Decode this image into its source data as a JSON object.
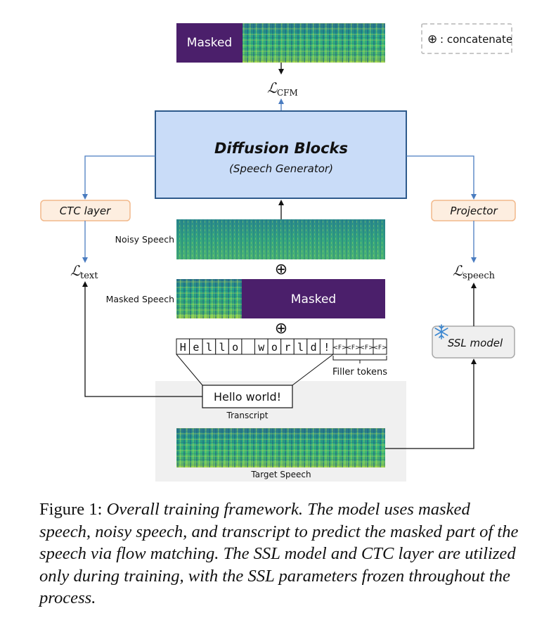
{
  "legend": {
    "symbol": "⊕",
    "text": ": concatenate"
  },
  "top_spectrogram": {
    "mask_label": "Masked"
  },
  "loss_cfm": {
    "base": "ℒ",
    "sub": "CFM"
  },
  "diffusion": {
    "title": "Diffusion Blocks",
    "subtitle": "(Speech Generator)"
  },
  "ctc_layer": {
    "label": "CTC layer"
  },
  "projector": {
    "label": "Projector"
  },
  "noisy_speech": {
    "label": "Noisy Speech"
  },
  "masked_speech": {
    "label": "Masked Speech",
    "mask_label": "Masked"
  },
  "loss_text": {
    "base": "ℒ",
    "sub": "text"
  },
  "loss_speech": {
    "base": "ℒ",
    "sub": "speech"
  },
  "concat_symbol": "⊕",
  "token_row": {
    "chars": [
      "H",
      "e",
      "l",
      "l",
      "o",
      "",
      "w",
      "o",
      "r",
      "l",
      "d",
      "!"
    ],
    "fillers": [
      "<F>",
      "<F>",
      "<F>",
      "<F>"
    ]
  },
  "filler_tokens": {
    "label": "Filler tokens"
  },
  "ssl_model": {
    "label": "SSL model",
    "icon": "snowflake-icon"
  },
  "transcript": {
    "text": "Hello world!",
    "label": "Transcript"
  },
  "target_speech": {
    "label": "Target Speech"
  },
  "caption": {
    "lead": "Figure 1:",
    "body": "Overall training framework. The model uses masked speech, noisy speech, and transcript to predict the masked part of the speech via flow matching. The SSL model and CTC layer are utilized only during training, with the SSL parameters frozen throughout the process."
  },
  "colors": {
    "mask_purple": "#4b1f6b",
    "diffusion_fill": "#c9dcf8",
    "diffusion_stroke": "#2e5a8c",
    "arrow_blue": "#4a7cc0",
    "orange_box_fill": "#fdeee0",
    "orange_box_stroke": "#f2b98b",
    "ssl_fill": "#efefef",
    "ssl_stroke": "#a8a8a8",
    "panel_gray": "#f0f0f0"
  }
}
